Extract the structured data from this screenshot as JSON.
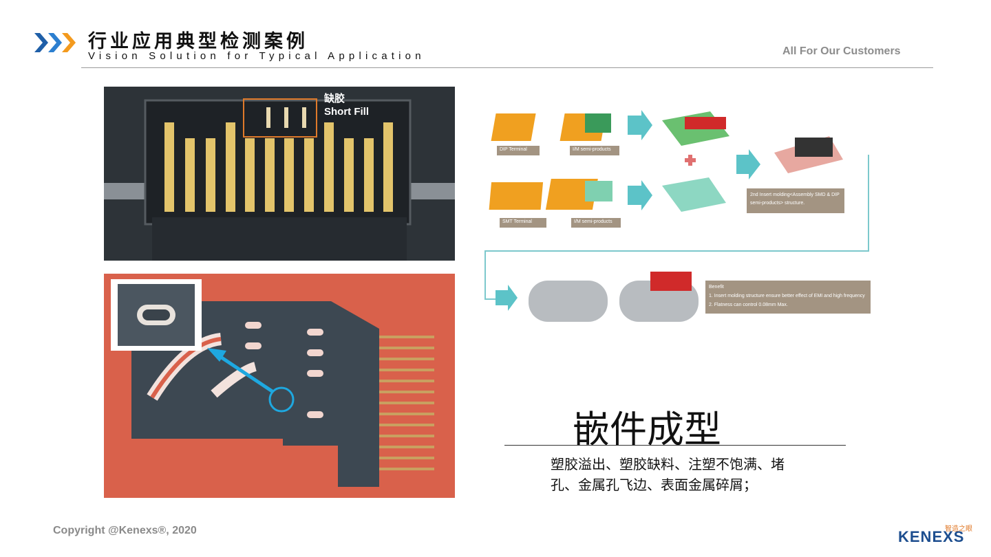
{
  "header": {
    "title_cn": "行业应用典型检测案例",
    "title_en": "Vision Solution for Typical Application",
    "tagline": "All For Our Customers"
  },
  "photo_top": {
    "defect_label_cn": "缺胶",
    "defect_label_en": "Short Fill"
  },
  "diagram": {
    "dip_terminal": "DIP Terminal",
    "im_semi_1": "I/M semi-products",
    "smt_terminal": "SMT Terminal",
    "im_semi_2": "I/M semi-products",
    "second_insert": "2nd Insert molding<Assembly SMD & DIP",
    "second_insert_2": "semi-products> structure.",
    "benefit_title": "Benefit",
    "benefit_1": "1.    Insert molding structure ensure better effect of EMI and high frequency",
    "benefit_2": "2.    Flatness can control 0.08mm Max."
  },
  "section": {
    "title": "嵌件成型",
    "description_line1": "塑胶溢出、塑胶缺料、注塑不饱满、堵",
    "description_line2": "孔、金属孔飞边、表面金属碎屑；"
  },
  "footer": {
    "copyright": "Copyright @Kenexs®, 2020",
    "logo_cn": "智造之眼",
    "logo_en": "KENEXS"
  },
  "colors": {
    "chevron_blue": "#1f5fa8",
    "chevron_orange": "#f39a1e",
    "orange_part": "#f0a020",
    "teal_arrow": "#5cc3c8",
    "benefit_bg": "#a39482"
  }
}
